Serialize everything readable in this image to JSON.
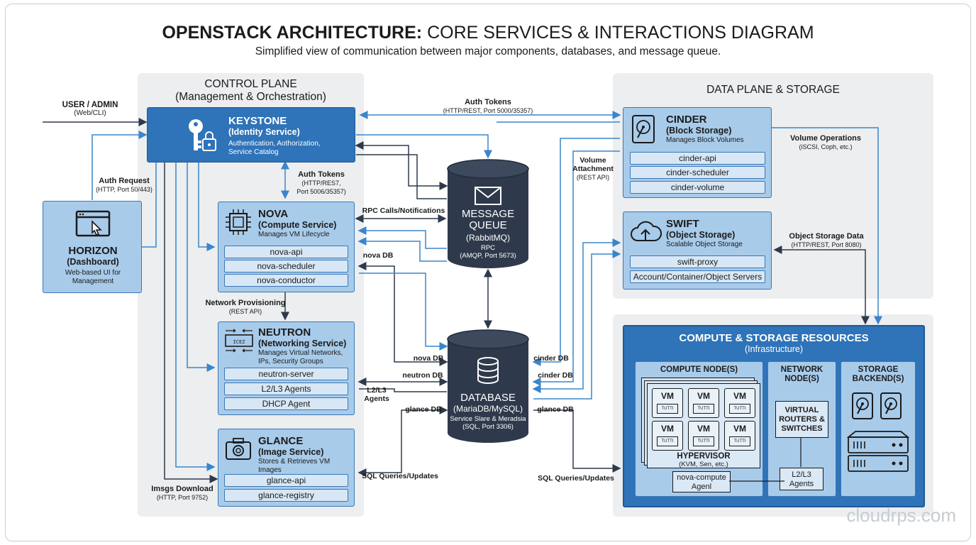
{
  "header": {
    "title_bold": "OPENSTACK ARCHITECTURE:",
    "title_rest": " CORE SERVICES & INTERACTIONS DIAGRAM",
    "subtitle": "Simplified view of communication between major components, databases, and message queue."
  },
  "user": {
    "title": "USER / ADMIN",
    "sub": "(Web/CLI)"
  },
  "control_plane": {
    "title": "CONTROL PLANE",
    "subtitle": "(Management & Orchestration)"
  },
  "data_plane": {
    "title": "DATA PLANE & STORAGE"
  },
  "horizon": {
    "name": "HORIZON",
    "role": "(Dashboard)",
    "desc": "Web-based UI for Management"
  },
  "keystone": {
    "name": "KEYSTONE",
    "role": "(Identity Service)",
    "desc": "Authentication, Aothorization, Service Catalog"
  },
  "nova": {
    "name": "NOVA",
    "role": "(Compute Service)",
    "desc": "Manages VM Lifecycle",
    "components": [
      "nova-api",
      "nova-scheduler",
      "nova-conductor"
    ]
  },
  "neutron": {
    "name": "NEUTRON",
    "role": "(Networking Service)",
    "desc": "Manages Virtual Networks, IPs, Security Groups",
    "components": [
      "neutron-server",
      "L2/L3 Agents",
      "DHCP Agent"
    ]
  },
  "glance": {
    "name": "GLANCE",
    "role": "(Image Service)",
    "desc": "Stores & Retrieves VM Images",
    "components": [
      "glance-api",
      "glance-registry"
    ]
  },
  "cinder": {
    "name": "CINDER",
    "role": "(Block Storage)",
    "desc": "Manages Block Volumes",
    "components": [
      "cinder-api",
      "cinder-scheduler",
      "cinder-volume"
    ]
  },
  "swift": {
    "name": "SWIFT",
    "role": "(Object Storage)",
    "desc": "Scalable Object Storage",
    "components": [
      "swift-proxy",
      "Account/Container/Object Servers"
    ]
  },
  "mq": {
    "name1": "MESSAGE",
    "name2": "QUEUE",
    "impl": "(RabbitMQ)",
    "proto": "RPC",
    "port": "(AMQP, Port 5673)"
  },
  "database": {
    "name": "DATABASE",
    "impl": "(MariaDB/MySQL)",
    "desc": "Service Slare & Meradsia",
    "port": "(SQL, Port 3306)"
  },
  "labels": {
    "auth_request": {
      "bold": "Auth Request",
      "sub": "(HTTP, Port 50/443)"
    },
    "auth_tokens_top": {
      "bold": "Auth Tokens",
      "sub": "(HTTP/REST, Port 5000/35357)"
    },
    "auth_tokens_mid": {
      "bold": "Auth Tokens",
      "sub1": "(HTTP/RES7,",
      "sub2": "Port 5006/35357)"
    },
    "rpc_calls": "RPC Calls/Notifications",
    "nova_db": "nova DB",
    "network_provisioning": {
      "bold": "Network Provisioning",
      "sub": "(REST API)"
    },
    "nova_db2": "nova DB",
    "neutron_db": "neutron DB",
    "l2l3_agents": "L2/L3 Agents",
    "glance_db_left": "glance DB",
    "sql_left": "SQL Queries/Updates",
    "image_download": {
      "bold": "Imsgs Download",
      "sub": "(HTTP, Port 9752)"
    },
    "volume_attachment": {
      "bold1": "Volume",
      "bold2": "Attachment",
      "sub": "(REST API)"
    },
    "volume_operations": {
      "bold": "Volume Operations",
      "sub": "(iSCSI, Coph, etc.)"
    },
    "object_storage_data": {
      "bold": "Object Storage Data",
      "sub": "(HTTP/REST, Port 8080)"
    },
    "cinder_db1": "cinder DB",
    "cinder_db2": "cinder DB",
    "glance_db_right": "glance DB",
    "sql_right": "SQL Queries/Updates"
  },
  "resources": {
    "title": "COMPUTE & STORAGE RESOURCES",
    "subtitle": "(Infrastructure)",
    "compute_node": {
      "title": "COMPUTE NODE(S)",
      "vm_label": "VM",
      "vm_screen": "TUTTI",
      "hypervisor": "HYPERVISOR",
      "hypervisor_sub": "(KVM, Sen, etc.)",
      "agent1": "nova-compute",
      "agent2": "Agenl"
    },
    "network_node": {
      "title1": "NETWORK",
      "title2": "NODE(S)",
      "routers1": "VIRTUAL",
      "routers2": "ROUTERS &",
      "routers3": "SWITCHES",
      "agents1": "L2/L3",
      "agents2": "Agents"
    },
    "storage_backend": {
      "title1": "STORAGE",
      "title2": "BACKEND(S)"
    }
  },
  "watermark": "cloudrps.com",
  "colors": {
    "panel": "#eceeef",
    "service": "#a8cbea",
    "service_dark": "#2f73b8",
    "cylinder": "#2e3a4b",
    "arrow_blue": "#3a85cc",
    "arrow_dark": "#2e3a4b"
  }
}
